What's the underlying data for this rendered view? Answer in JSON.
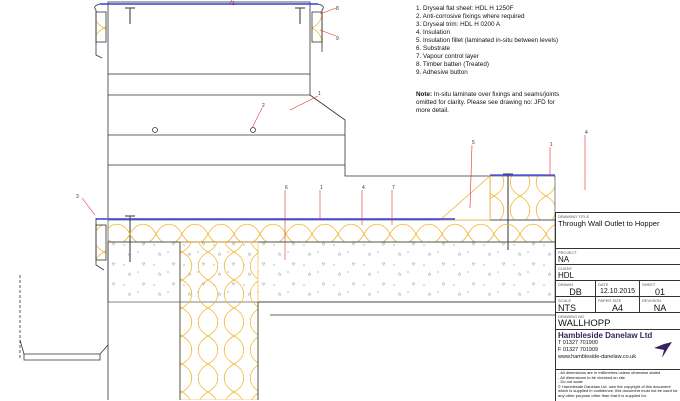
{
  "legend": {
    "items": [
      "1. Dryseal flat sheet: HDL H 1250F",
      "2. Anti-corrosive fixings where required",
      "3. Dryseal trim: HDL H 0200 A",
      "4. Insulation",
      "5. Insulation fillet (laminated in-situ between levels)",
      "6. Substrate",
      "7. Vapour control layer",
      "8. Timber batten (Treated)",
      "9. Adhesive button"
    ],
    "note_label": "Note:",
    "note_text": " In-situ laminate over fixings and seams/joints omitted for clarity. Please see drawing no: JFD for more detail."
  },
  "callouts": {
    "c1a": "1",
    "c8": "8",
    "c9": "9",
    "c2": "2",
    "c1b": "1",
    "c5": "5",
    "c1c": "1",
    "c4a": "4",
    "c3": "3",
    "c6": "6",
    "c1d": "1",
    "c4b": "4",
    "c7": "7"
  },
  "title_block": {
    "drawing_title_label": "DRAWING TITLE",
    "drawing_title": "Through Wall Outlet to Hopper",
    "project_label": "PROJECT",
    "project": "NA",
    "client_label": "CLIENT",
    "client": "HDL",
    "drawn_label": "DRAWN",
    "drawn": "DB",
    "date_label": "DATE",
    "date": "12.10.2015",
    "sheet_label": "SHEET",
    "sheet": "01",
    "scale_label": "SCALE",
    "scale": "NTS",
    "paper_size_label": "PAPER SIZE",
    "paper_size": "A4",
    "revision_label": "REVISION",
    "revision": "NA",
    "drawing_no_label": "DRAWING NO",
    "drawing_no": "WALLHOPP",
    "company": "Hambleside Danelaw Ltd",
    "phone": "T  01327 701900",
    "fax": "F  01327 701909",
    "website": "www.hambleside-danelaw.co.uk",
    "notes": [
      "- All dimensions are in millimetres unless otherwise stated",
      "- All dimensions to be checked on site",
      "- Do not scale",
      "© Hambleside Danelaw Ltd. own the copyright of this document which is supplied in confidence, this document must not be used for any other purpose other than that it is supplied for."
    ]
  },
  "colors": {
    "insulation": "#f0b429",
    "membrane": "#3a3adf",
    "callout": "#e0302a",
    "brand": "#3b2063"
  }
}
